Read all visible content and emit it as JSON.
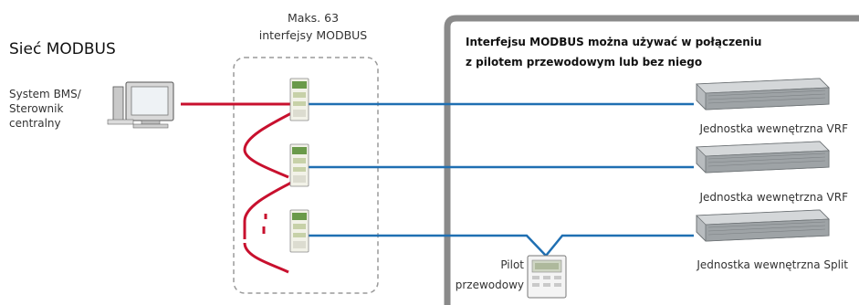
{
  "network": {
    "title": "Sieć MODBUS"
  },
  "bms": {
    "line1": "System BMS/",
    "line2": "Sterownik",
    "line3": "centralny"
  },
  "interfaces": {
    "line1": "Maks. 63",
    "line2": "interfejsy MODBUS"
  },
  "note": {
    "line1": "Interfejsu MODBUS można używać w połączeniu",
    "line2": "z pilotem przewodowym lub bez niego"
  },
  "units": [
    {
      "label": "Jednostka wewnętrzna VRF"
    },
    {
      "label": "Jednostka wewnętrzna VRF"
    },
    {
      "label": "Jednostka wewnętrzna Split"
    }
  ],
  "pilot": {
    "line1": "Pilot",
    "line2": "przewodowy"
  },
  "colors": {
    "modbus_line": "#c8102e",
    "signal_line": "#1f6fb2",
    "frame": "#8a8a8a",
    "dashed_box": "#9a9a9a"
  }
}
